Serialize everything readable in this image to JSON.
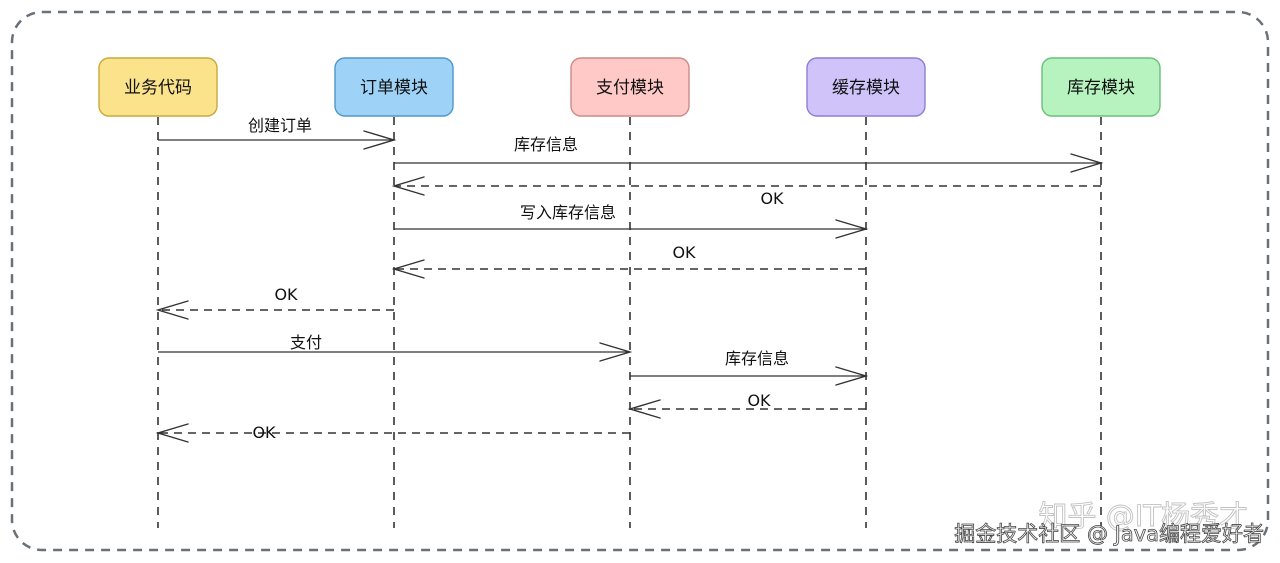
{
  "participants": [
    {
      "id": "biz",
      "label": "业务代码",
      "fill": "#fbe38c",
      "stroke": "#c9a93b"
    },
    {
      "id": "order",
      "label": "订单模块",
      "fill": "#9ed3f7",
      "stroke": "#4f97c9"
    },
    {
      "id": "pay",
      "label": "支付模块",
      "fill": "#ffc9c7",
      "stroke": "#cc8a88"
    },
    {
      "id": "cache",
      "label": "缓存模块",
      "fill": "#cfc3fa",
      "stroke": "#8e7fd4"
    },
    {
      "id": "stock",
      "label": "库存模块",
      "fill": "#b6f3bf",
      "stroke": "#6cbf7a"
    }
  ],
  "messages": [
    {
      "from": "biz",
      "to": "order",
      "label": "创建订单",
      "style": "solid"
    },
    {
      "from": "order",
      "to": "stock",
      "label": "库存信息",
      "style": "solid"
    },
    {
      "from": "stock",
      "to": "order",
      "label": "OK",
      "style": "dashed"
    },
    {
      "from": "order",
      "to": "cache",
      "label": "写入库存信息",
      "style": "solid"
    },
    {
      "from": "cache",
      "to": "order",
      "label": "OK",
      "style": "dashed"
    },
    {
      "from": "order",
      "to": "biz",
      "label": "OK",
      "style": "dashed"
    },
    {
      "from": "biz",
      "to": "pay",
      "label": "支付",
      "style": "solid"
    },
    {
      "from": "pay",
      "to": "cache",
      "label": "库存信息",
      "style": "solid"
    },
    {
      "from": "cache",
      "to": "pay",
      "label": "OK",
      "style": "dashed"
    },
    {
      "from": "pay",
      "to": "biz",
      "label": "OK",
      "style": "dashed"
    }
  ],
  "watermark": {
    "line1": "知乎 @IT杨秀才",
    "line2": "掘金技术社区 @ Java编程爱好者"
  }
}
